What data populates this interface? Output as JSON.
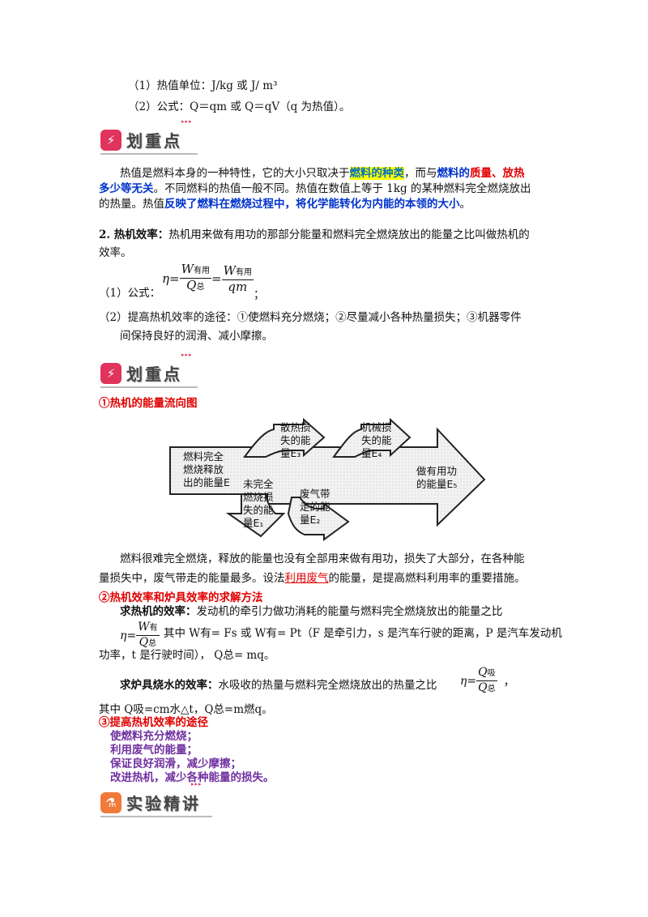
{
  "units": {
    "line1": "（1）热值单位：J/kg 或 J/ m³",
    "line2": "（2）公式：Q＝qm 或 Q＝qV（q 为热值）。"
  },
  "badges": {
    "highlight": "划重点",
    "experiment": "实验精讲",
    "arrows": "▸▸▸"
  },
  "para1": {
    "a": "热值是燃料本身的一种特性，它的大小只取决于",
    "b": "燃料的种类",
    "c": "，而与",
    "d": "燃料的",
    "e": "质量、放热",
    "f": "多少等无关",
    "g": "。不同燃料的热值一般不同。热值在数值上等于 1kg 的某种燃料完全燃烧放出",
    "h": "的热量。热值",
    "i": "反映了燃料在燃烧过程中，将化学能转化为内能的本领的大小",
    "j": "。"
  },
  "efficiency": {
    "label": "2. 热机效率：",
    "text1": "热机用来做有用功的那部分能量和燃料完全燃烧放出的能量之比叫做热机的",
    "text2": "效率。",
    "formula_label": "（1）公式：",
    "eta": "η",
    "eq": "=",
    "W": "W",
    "sub_useful": "有用",
    "Q": "Q",
    "sub_total": "总",
    "qm": "qm",
    "semicolon": "；",
    "ways1": "（2）提高热机效率的途径：①使燃料充分燃烧；②尽量减小各种热量损失；③机器零件",
    "ways2": "间保持良好的润滑、减小摩擦。"
  },
  "flow": {
    "title": "①热机的能量流向图",
    "e_total": [
      "燃料完全",
      "燃烧释放",
      "出的能量E"
    ],
    "e3": [
      "散热损",
      "失的能",
      "量E₃"
    ],
    "e4": [
      "机械损",
      "失的能",
      "量E₄"
    ],
    "e5": [
      "做有用功",
      "的能量E₅"
    ],
    "e1": [
      "未完全",
      "燃烧损",
      "失的能",
      "量E₁"
    ],
    "e2": [
      "废气带",
      "走的能",
      "量E₂"
    ]
  },
  "para2": {
    "a": "燃料很难完全燃烧，释放的能量也没有全部用来做有用功，损失了大部分，在各种能",
    "b": "量损失中，废气带走的能量最多。设法",
    "c": "利用废气",
    "d": "的能量，是提高燃料利用率的重要措施。"
  },
  "method": {
    "title": "②热机效率和炉具效率的求解方法",
    "engine_label": "求热机的效率：",
    "engine_text": "发动机的牵引力做功消耗的能量与燃料完全燃烧放出的能量之比",
    "sub_you": "有",
    "where1": "其中 W有= Fs 或 W有= Pt（F 是牵引力，s 是汽车行驶的距离，P 是汽车发动机",
    "where2": "功率，t 是行驶时间），  Q总= mq。",
    "stove_label": "求炉具烧水的效率：",
    "stove_text": "水吸收的热量与燃料完全燃烧放出的热量之比",
    "sub_xi": "吸",
    "comma": "，",
    "where3": "其中 Q吸=cm水△t，Q总=m燃q。"
  },
  "improve": {
    "title": "③提高热机效率的途径",
    "items": [
      "使燃料充分燃烧；",
      "利用废气的能量；",
      "保证良好润滑，减少摩擦；",
      "改进热机，减少各种能量的损失。"
    ]
  },
  "colors": {
    "badge_pink": "#e0345c",
    "badge_orange": "#f07a3a",
    "red": "#e00000",
    "blue": "#0033cc",
    "purple": "#7030a0"
  }
}
